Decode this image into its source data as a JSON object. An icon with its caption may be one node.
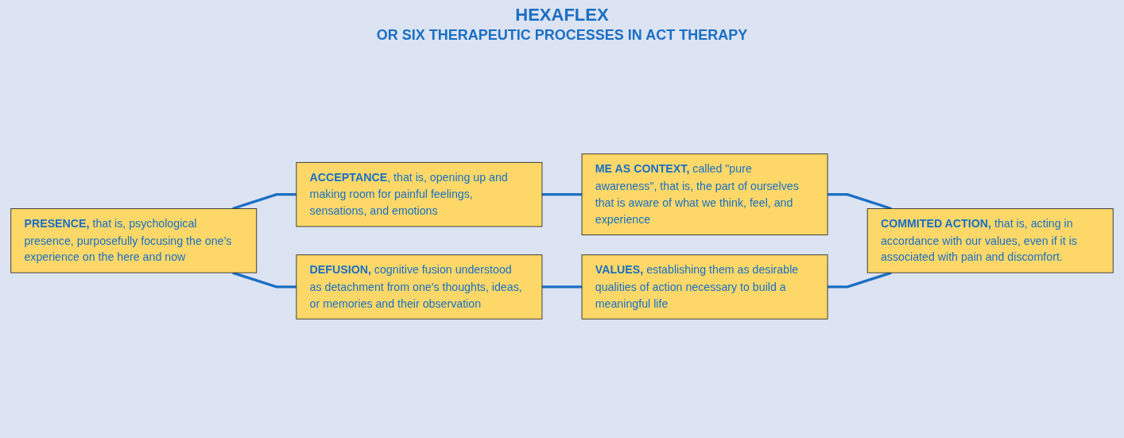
{
  "diagram": {
    "title": "HEXAFLEX",
    "nodes": [
      {
        "text": [
          "**PRESENCE,** that is, psychological presence, purposefully focusing the one’s experience on the here and now"
        ]
      },
      {
        "text": [
          "**ACCEPTANCE**, that is, opening up and making room for painful feelings, sensations, and emotions"
        ]
      },
      {
        "text": [
          "**DEFUSION,** cognitive fusion understood as detachment from one's thoughts, ideas, or memories and their observation"
        ]
      },
      {
        "text": [
          "**ME AS CONTEXT,** called \"pure awareness\", that is, the part of ourselves that is aware of what we think, feel, and experience"
        ]
      },
      {
        "text": [
          "**VALUES,** establishing them as desirable qualities of action necessary to build a meaningful life"
        ]
      },
      {
        "text": [
          "**COMMITED ACTION,** that is, acting in accordance with our values, even if it is associated with pain and discomfort."
        ]
      }
    ],
    "edges": [
      {
        "from": 0,
        "to": 1,
        "arrow": "none"
      },
      {
        "from": 1,
        "to": 3,
        "arrow": "none"
      },
      {
        "from": 3,
        "to": 5,
        "arrow": "none"
      },
      {
        "from": 4,
        "to": 5,
        "arrow": "none"
      },
      {
        "from": 2,
        "to": 4,
        "arrow": "none"
      },
      {
        "from": 0,
        "to": 2,
        "arrow": "none"
      }
    ],
    "labels": [
      "OR SIX THERAPEUTIC PROCESSES IN ACT THERAPY"
    ]
  }
}
